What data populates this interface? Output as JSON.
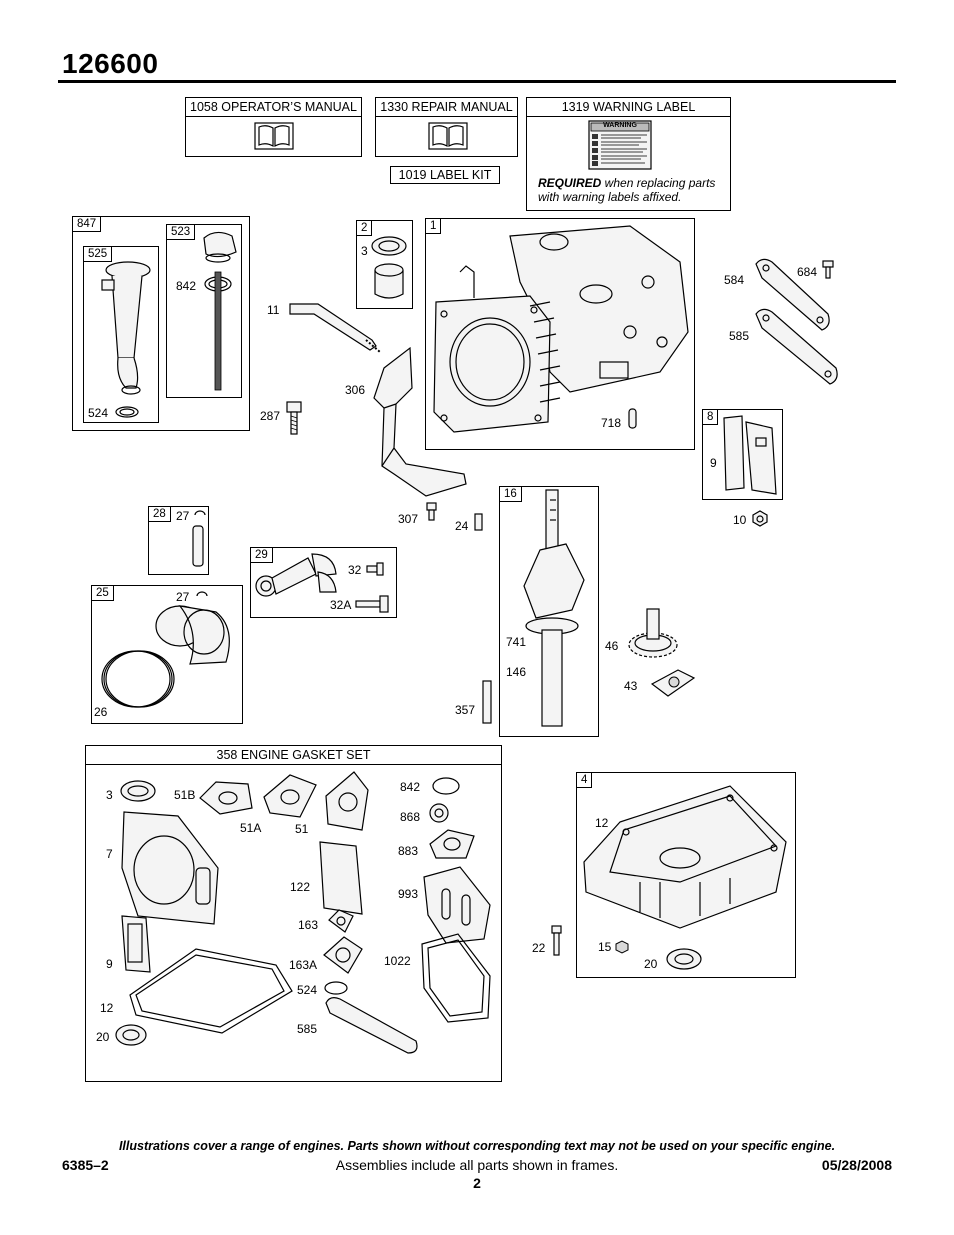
{
  "header": {
    "model": "126600"
  },
  "kits": {
    "operators_manual": "1058 OPERATOR’S MANUAL",
    "repair_manual": "1330 REPAIR MANUAL",
    "label_kit": "1019 LABEL KIT",
    "warning_label": "1319 WARNING LABEL",
    "warning_word": "WARNING",
    "required_bold": "REQUIRED",
    "required_rest": " when replacing parts with warning labels affixed."
  },
  "frames": {
    "f847": "847",
    "f525": "525",
    "f523": "523",
    "f2": "2",
    "f1": "1",
    "f8": "8",
    "f16": "16",
    "f28": "28",
    "f29": "29",
    "f25": "25",
    "f4": "4",
    "gasket_set": "358 ENGINE GASKET SET"
  },
  "callouts": {
    "c524a": "524",
    "c842a": "842",
    "c11": "11",
    "c287": "287",
    "c306": "306",
    "c3a": "3",
    "c718": "718",
    "c584": "584",
    "c684": "684",
    "c585a": "585",
    "c9a": "9",
    "c10": "10",
    "c307": "307",
    "c24": "24",
    "c27a": "27",
    "c32": "32",
    "c32A": "32A",
    "c27b": "27",
    "c26": "26",
    "c357": "357",
    "c741": "741",
    "c146": "146",
    "c46": "46",
    "c43": "43",
    "g3": "3",
    "g51B": "51B",
    "g51A": "51A",
    "g51": "51",
    "g7": "7",
    "g122": "122",
    "g163": "163",
    "g163A": "163A",
    "g9": "9",
    "g12": "12",
    "g20": "20",
    "g524": "524",
    "g585": "585",
    "g842": "842",
    "g868": "868",
    "g883": "883",
    "g993": "993",
    "g1022": "1022",
    "s12": "12",
    "s22": "22",
    "s15": "15",
    "s20": "20"
  },
  "footer": {
    "disclaimer": "Illustrations cover a range of engines. Parts shown without corresponding text may not be used on your specific engine.",
    "doc_number": "6385–2",
    "assemblies_note": "Assemblies include all parts shown in frames.",
    "date": "05/28/2008",
    "page": "2"
  }
}
